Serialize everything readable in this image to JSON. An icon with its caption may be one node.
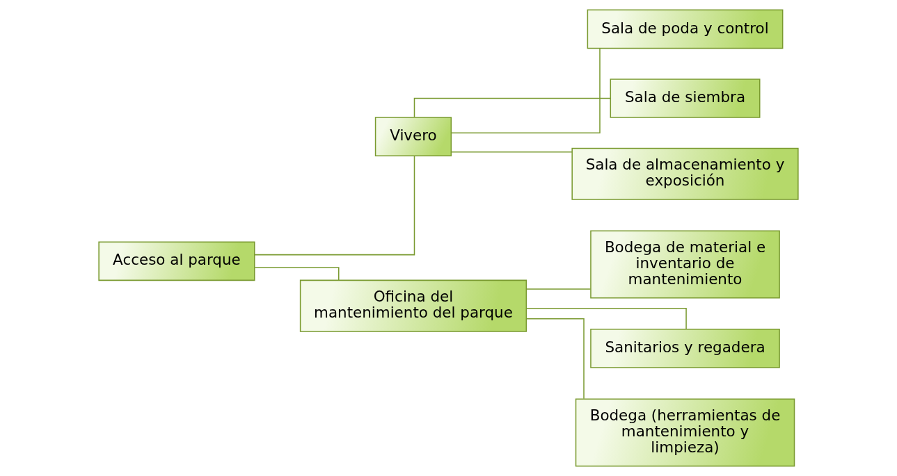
{
  "diagram": {
    "nodes": [
      {
        "text": [
          "Acceso al parque"
        ]
      },
      {
        "text": [
          "Sala de poda y control"
        ]
      },
      {
        "text": [
          "Bodega de material e inventario de mantenimiento"
        ]
      },
      {
        "text": [
          "Sala de siembra"
        ]
      },
      {
        "text": [
          "Vivero"
        ]
      },
      {
        "text": [
          "Oficina del mantenimiento del parque"
        ]
      },
      {
        "text": [
          "Sanitarios y regadera"
        ]
      },
      {
        "text": [
          "Sala de almacenamiento y exposición"
        ]
      },
      {
        "text": [
          "Bodega (herramientas de mantenimiento y limpieza)"
        ]
      }
    ],
    "edges": [
      {
        "from": 0,
        "to": 4,
        "arrow": "none"
      },
      {
        "from": 0,
        "to": 5,
        "arrow": "none"
      },
      {
        "from": 4,
        "to": 1,
        "arrow": "none"
      },
      {
        "from": 4,
        "to": 3,
        "arrow": "none"
      },
      {
        "from": 4,
        "to": 7,
        "arrow": "none"
      },
      {
        "from": 5,
        "to": 2,
        "arrow": "none"
      },
      {
        "from": 5,
        "to": 6,
        "arrow": "none"
      },
      {
        "from": 5,
        "to": 8,
        "arrow": "none"
      }
    ]
  }
}
